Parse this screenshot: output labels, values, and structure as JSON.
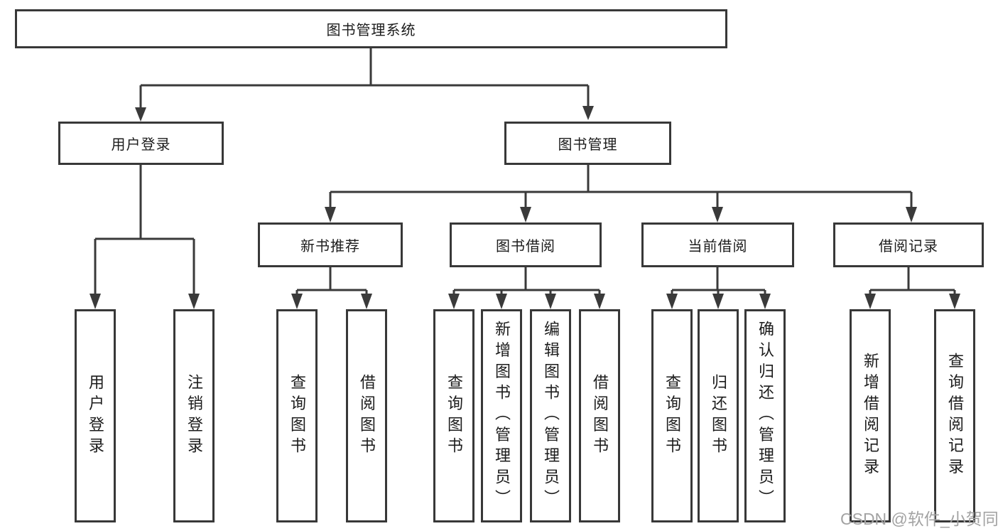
{
  "diagram": {
    "root": {
      "label": "图书管理系统"
    },
    "level2": [
      {
        "label": "用户登录"
      },
      {
        "label": "图书管理"
      }
    ],
    "level3": [
      {
        "parent": "图书管理",
        "label": "新书推荐"
      },
      {
        "parent": "图书管理",
        "label": "图书借阅"
      },
      {
        "parent": "图书管理",
        "label": "当前借阅"
      },
      {
        "parent": "图书管理",
        "label": "借阅记录"
      }
    ],
    "leaves": [
      {
        "parent": "用户登录",
        "label": "用户登录"
      },
      {
        "parent": "用户登录",
        "label": "注销登录"
      },
      {
        "parent": "新书推荐",
        "label": "查询图书"
      },
      {
        "parent": "新书推荐",
        "label": "借阅图书"
      },
      {
        "parent": "图书借阅",
        "label": "查询图书"
      },
      {
        "parent": "图书借阅",
        "label": "新增图书（管理员）"
      },
      {
        "parent": "图书借阅",
        "label": "编辑图书（管理员）"
      },
      {
        "parent": "图书借阅",
        "label": "借阅图书"
      },
      {
        "parent": "当前借阅",
        "label": "查询图书"
      },
      {
        "parent": "当前借阅",
        "label": "归还图书"
      },
      {
        "parent": "当前借阅",
        "label": "确认归还（管理员）"
      },
      {
        "parent": "借阅记录",
        "label": "新增借阅记录"
      },
      {
        "parent": "借阅记录",
        "label": "查询借阅记录"
      }
    ]
  },
  "watermark": {
    "text": "CSDN @软件_小贺同学"
  },
  "colors": {
    "line": "#3a3a3a",
    "box_border": "#383838",
    "text": "#1c1c1c",
    "watermark": "#a3a3a3",
    "background": "#ffffff"
  }
}
